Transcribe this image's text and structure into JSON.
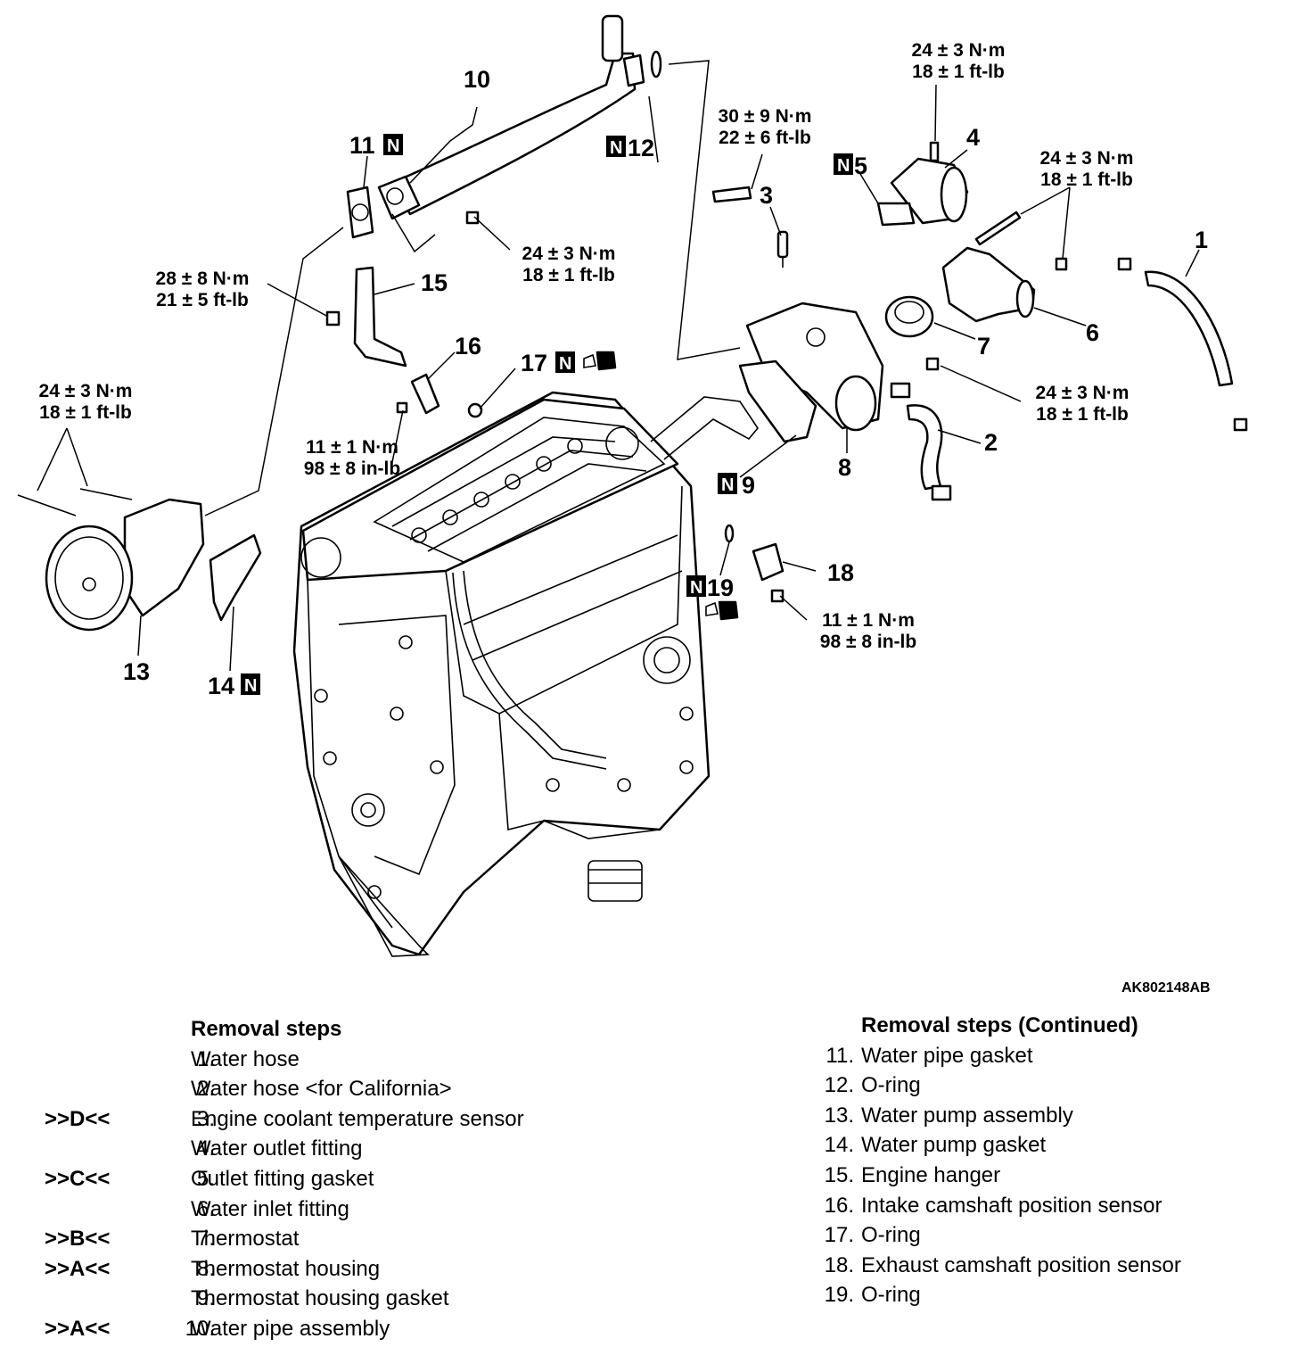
{
  "figure_id": "AK802148AB",
  "callouts": {
    "c1": "1",
    "c2": "2",
    "c3": "3",
    "c4": "4",
    "c5": "5",
    "c6": "6",
    "c7": "7",
    "c8": "8",
    "c9": "9",
    "c10": "10",
    "c11": "11",
    "c12": "12",
    "c13": "13",
    "c14": "14",
    "c15": "15",
    "c16": "16",
    "c17": "17",
    "c18": "18",
    "c19": "19",
    "n": "N"
  },
  "torques": {
    "t_top_right": [
      "24 ± 3 N·m",
      "18 ± 1 ft-lb"
    ],
    "t_sensor3": [
      "30 ± 9 N·m",
      "22 ± 6 ft-lb"
    ],
    "t_inlet": [
      "24 ± 3 N·m",
      "18 ± 1 ft-lb"
    ],
    "t_pipe": [
      "24 ± 3 N·m",
      "18 ± 1 ft-lb"
    ],
    "t_hanger": [
      "28 ± 8 N·m",
      "21 ± 5 ft-lb"
    ],
    "t_housing": [
      "24 ± 3 N·m",
      "18 ± 1 ft-lb"
    ],
    "t_pump": [
      "24 ± 3 N·m",
      "18 ± 1 ft-lb"
    ],
    "t_sensor16": [
      "11 ± 1 N·m",
      "98 ± 8 in-lb"
    ],
    "t_sensor18": [
      "11 ± 1 N·m",
      "98 ± 8 in-lb"
    ]
  },
  "removal_steps": {
    "title": "Removal steps",
    "items": [
      {
        "mark": "",
        "num": "1.",
        "text": "Water hose"
      },
      {
        "mark": "",
        "num": "2.",
        "text": "Water hose <for California>"
      },
      {
        "mark": ">>D<<",
        "num": "3.",
        "text": "Engine coolant temperature sensor"
      },
      {
        "mark": "",
        "num": "4.",
        "text": "Water outlet fitting"
      },
      {
        "mark": ">>C<<",
        "num": "5.",
        "text": "Outlet fitting gasket"
      },
      {
        "mark": "",
        "num": "6.",
        "text": "Water inlet fitting"
      },
      {
        "mark": ">>B<<",
        "num": "7.",
        "text": "Thermostat"
      },
      {
        "mark": ">>A<<",
        "num": "8.",
        "text": "Thermostat housing"
      },
      {
        "mark": "",
        "num": "9.",
        "text": "Thermostat housing gasket"
      },
      {
        "mark": ">>A<<",
        "num": "10.",
        "text": "Water pipe assembly"
      }
    ]
  },
  "removal_steps_continued": {
    "title": "Removal steps (Continued)",
    "items": [
      {
        "num": "11.",
        "text": "Water pipe gasket"
      },
      {
        "num": "12.",
        "text": "O-ring"
      },
      {
        "num": "13.",
        "text": "Water pump assembly"
      },
      {
        "num": "14.",
        "text": "Water pump gasket"
      },
      {
        "num": "15.",
        "text": "Engine hanger"
      },
      {
        "num": "16.",
        "text": "Intake camshaft position sensor"
      },
      {
        "num": "17.",
        "text": "O-ring"
      },
      {
        "num": "18.",
        "text": "Exhaust camshaft position sensor"
      },
      {
        "num": "19.",
        "text": "O-ring"
      }
    ]
  }
}
